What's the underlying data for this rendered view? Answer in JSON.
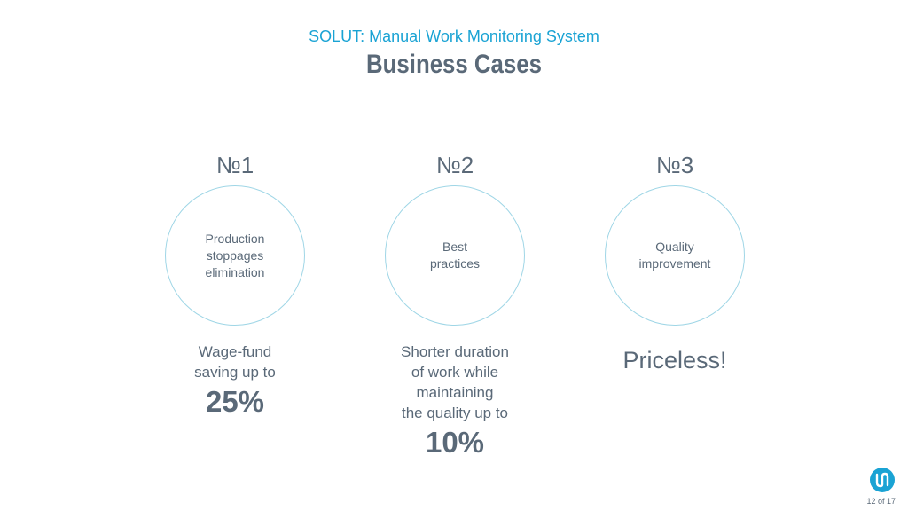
{
  "header": {
    "subtitle": "SOLUT: Manual Work Monitoring System",
    "title": "Business Cases"
  },
  "cases": [
    {
      "number": "№1",
      "circle_text": "Production\nstoppages\nelimination",
      "result": "Wage-fund\nsaving up to",
      "value": "25%"
    },
    {
      "number": "№2",
      "circle_text": "Best\npractices",
      "result": "Shorter duration\nof work while\nmaintaining\nthe quality up to",
      "value": "10%"
    },
    {
      "number": "№3",
      "circle_text": "Quality\nimprovement",
      "result": "Priceless!",
      "value": ""
    }
  ],
  "footer": {
    "page": "12 of 17",
    "logo_icon": "solut-logo-icon"
  },
  "colors": {
    "accent": "#1aa3d4",
    "text": "#5a6978",
    "circle_border": "#9fd6e6"
  }
}
